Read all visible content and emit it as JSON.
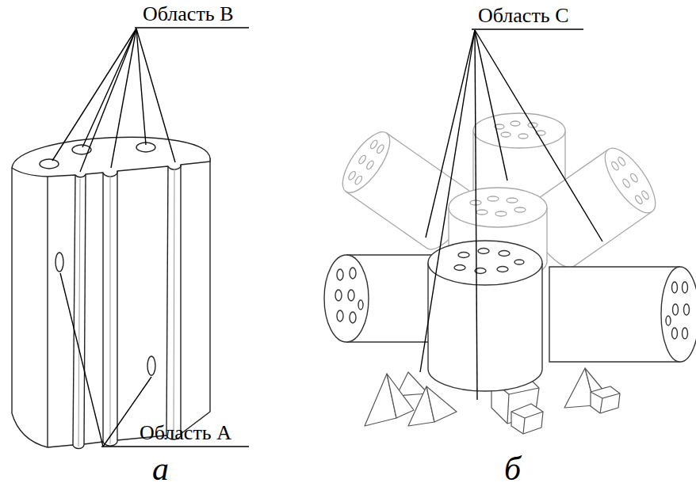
{
  "diagram": {
    "labels": [
      "Область В",
      "Область С",
      "Область А",
      "а",
      "б"
    ]
  }
}
